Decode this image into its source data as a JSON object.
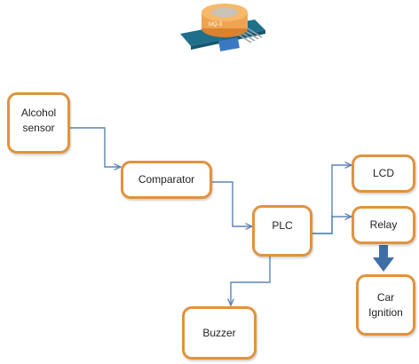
{
  "colors": {
    "box_border": "#e0933f",
    "connector": "#5b84b8",
    "thick_arrow": "#3d6ea8",
    "sensor_body": "#f0a452",
    "sensor_board": "#1f6f8b",
    "sensor_connector": "#3b78c4"
  },
  "sensor_photo": {
    "icon": "gas-sensor-module-icon",
    "module_label": "MQ-3"
  },
  "nodes": {
    "alcohol_sensor": "Alcohol\nsensor",
    "comparator": "Comparator",
    "plc": "PLC",
    "lcd": "LCD",
    "relay": "Relay",
    "car_ignition": "Car\nIgnition",
    "buzzer": "Buzzer"
  }
}
